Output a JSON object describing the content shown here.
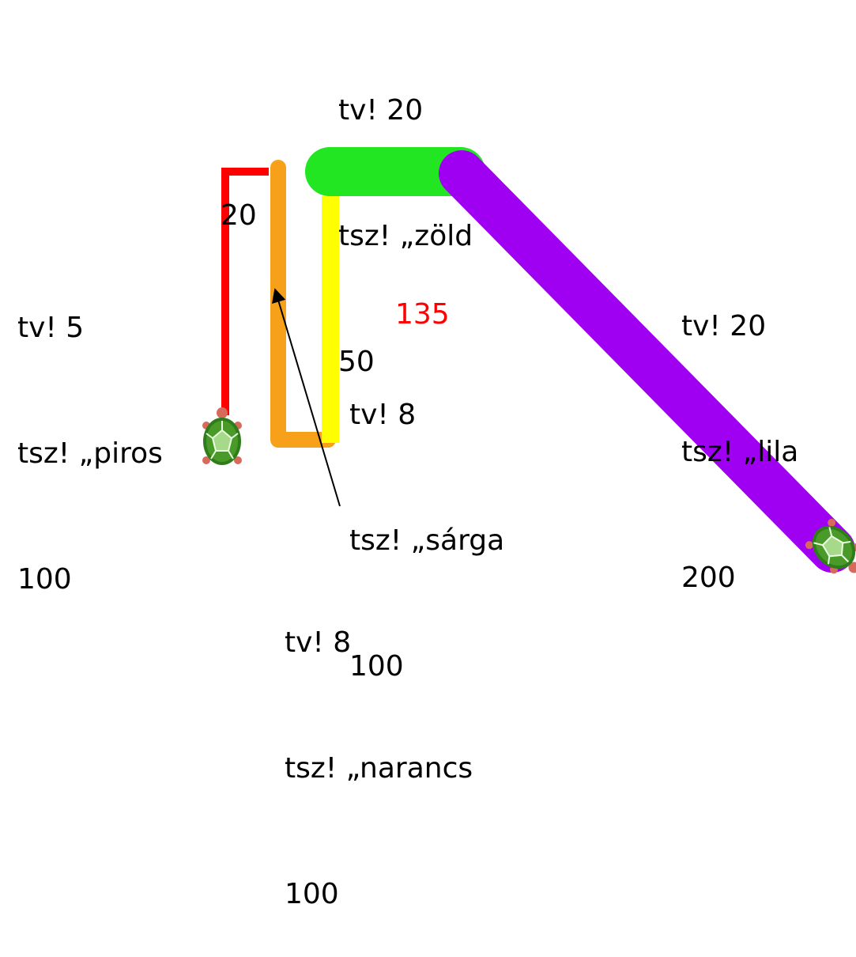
{
  "labels": {
    "piros": [
      "tv! 5",
      "tsz! „piros",
      "100"
    ],
    "top_20": "20",
    "zold": [
      "tv! 20",
      "tsz! „zöld",
      "50"
    ],
    "angle": "135",
    "sarga": [
      "tv! 8",
      "tsz! „sárga",
      "100"
    ],
    "lila": [
      "tv! 20",
      "tsz! „lila",
      "200"
    ],
    "narancs": [
      "tv! 8",
      "tsz! „narancs",
      "100"
    ]
  },
  "colors": {
    "piros": "#ff0000",
    "narancs": "#f7a11a",
    "sarga": "#ffff00",
    "zold": "#22e622",
    "lila": "#a000f2",
    "angle_text": "#ff0000"
  },
  "icons": [
    "turtle-icon",
    "turtle-icon"
  ]
}
